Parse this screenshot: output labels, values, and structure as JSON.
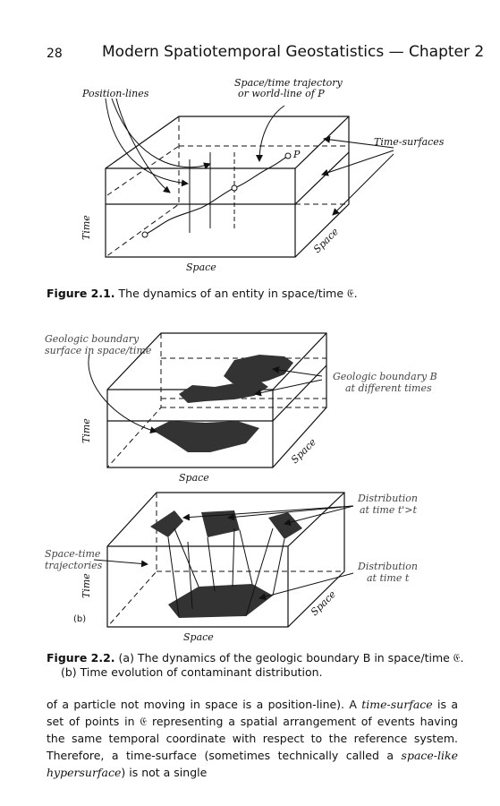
{
  "header": {
    "page_number": "28",
    "running_title": "Modern Spatiotemporal Geostatistics — Chapter 2"
  },
  "figure_2_1": {
    "labels": {
      "position_lines": "Position-lines",
      "trajectory_line1": "Space/time trajectory",
      "trajectory_line2": "or world-line of P",
      "time_surfaces": "Time-surfaces",
      "point": "P",
      "time_axis": "Time",
      "space_bottom": "Space",
      "space_side": "Space"
    },
    "caption_label": "Figure 2.1.",
    "caption_text": "The dynamics of an entity in space/time 𝔈."
  },
  "figure_2_2": {
    "labels_a": {
      "boundary_surface_line1": "Geologic boundary",
      "boundary_surface_line2": "surface in space/time",
      "boundary_b_line1": "Geologic boundary B",
      "boundary_b_line2": "at different times",
      "time_axis": "Time",
      "space_bottom": "Space",
      "space_side": "Space"
    },
    "labels_b": {
      "dist_later_line1": "Distribution",
      "dist_later_line2": "at time t'>t",
      "trajectories_line1": "Space-time",
      "trajectories_line2": "trajectories",
      "dist_t_line1": "Distribution",
      "dist_t_line2": "at time t",
      "panel_tag": "(b)",
      "time_axis": "Time",
      "space_bottom": "Space",
      "space_side": "Space"
    },
    "caption_label": "Figure 2.2.",
    "caption_line1": "(a) The dynamics of the geologic boundary B in space/time 𝔈.",
    "caption_line2": "(b) Time evolution of contaminant distribution."
  },
  "body": {
    "p1": "of a particle not moving in space is a position-line). A ",
    "term1": "time-surface",
    "p2": " is a set of points in 𝔈 representing a spatial arrangement of events having the same temporal coordinate with respect to the reference system. Therefore, a time-surface (sometimes technically called a ",
    "term2": "space-like hypersurface",
    "p3": ") is not a single"
  }
}
